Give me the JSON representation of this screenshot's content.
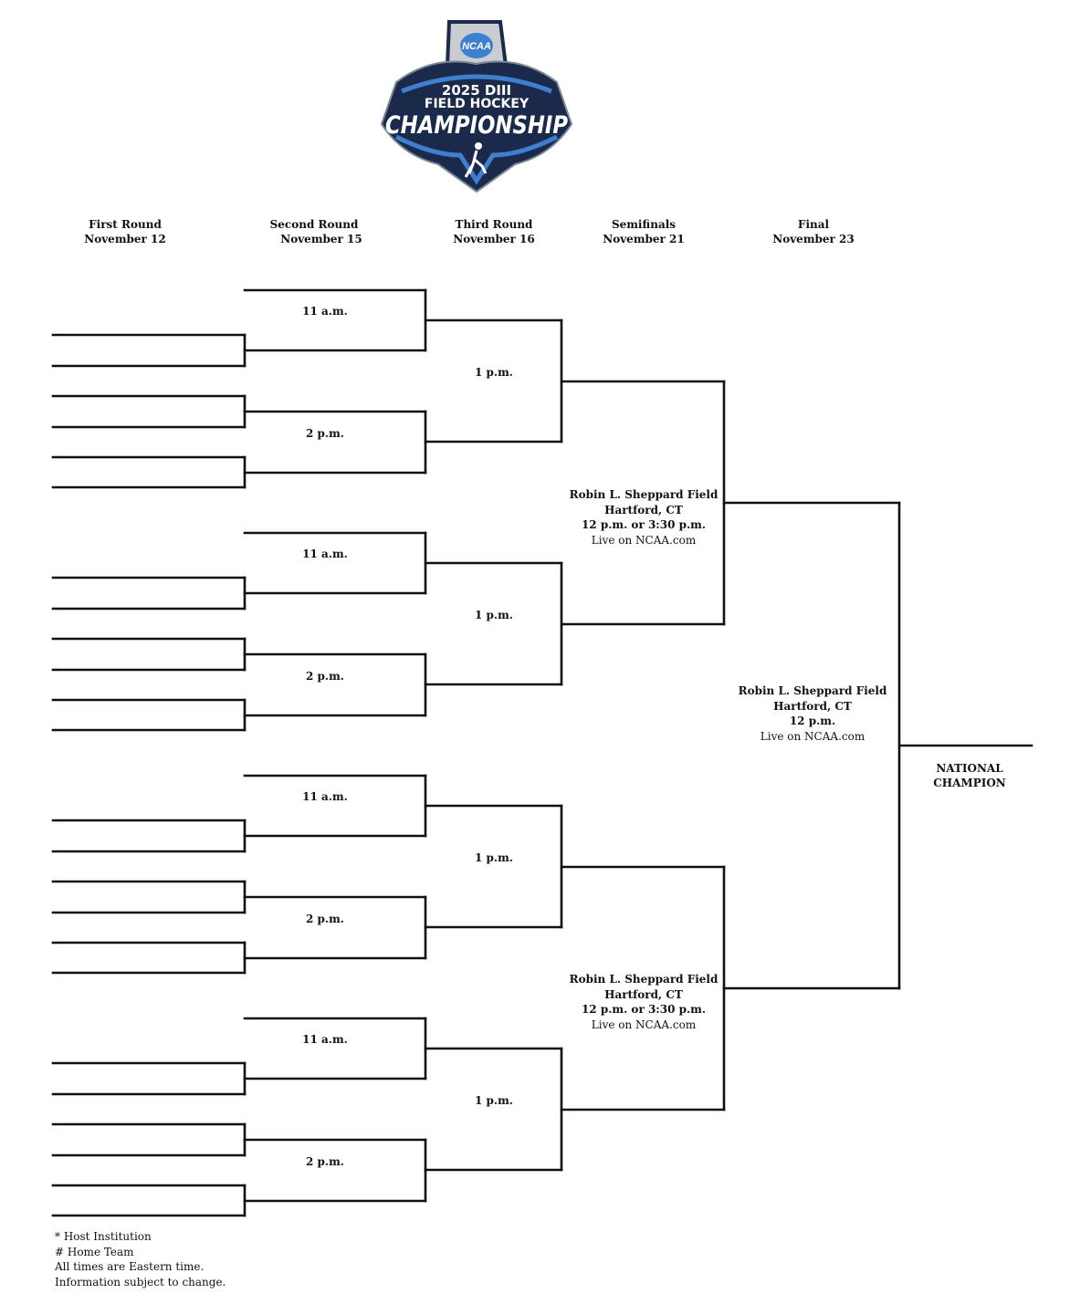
{
  "logo": {
    "badge_text": "NCAA",
    "line1": "2025 DIII",
    "line2": "FIELD HOCKEY",
    "line3": "CHAMPIONSHIP",
    "colors": {
      "navy": "#1b2a4a",
      "blue": "#3f7fd0",
      "silver": "#c9ccd1"
    }
  },
  "rounds": [
    {
      "name": "First Round",
      "date": "November 12"
    },
    {
      "name": "Second Round",
      "date": "November 15"
    },
    {
      "name": "Third Round",
      "date": "November 16"
    },
    {
      "name": "Semifinals",
      "date": "November 21"
    },
    {
      "name": "Final",
      "date": "November 23"
    }
  ],
  "second_round_times": [
    "11 a.m.",
    "2 p.m.",
    "11 a.m.",
    "2 p.m.",
    "11 a.m.",
    "2 p.m.",
    "11 a.m.",
    "2 p.m."
  ],
  "third_round_times": [
    "1 p.m.",
    "1 p.m.",
    "1 p.m.",
    "1 p.m."
  ],
  "semifinals": [
    {
      "venue": "Robin L. Sheppard Field",
      "city": "Hartford, CT",
      "time": "12 p.m. or 3:30 p.m.",
      "broadcast": "Live on NCAA.com"
    },
    {
      "venue": "Robin L. Sheppard Field",
      "city": "Hartford, CT",
      "time": "12 p.m. or 3:30 p.m.",
      "broadcast": "Live on NCAA.com"
    }
  ],
  "final": {
    "venue": "Robin L. Sheppard Field",
    "city": "Hartford, CT",
    "time": "12 p.m.",
    "broadcast": "Live on NCAA.com"
  },
  "champion": {
    "line1": "NATIONAL",
    "line2": "CHAMPION"
  },
  "footnotes": [
    "* Host Institution",
    "# Home Team",
    "All times are Eastern time.",
    "Information subject to change."
  ]
}
